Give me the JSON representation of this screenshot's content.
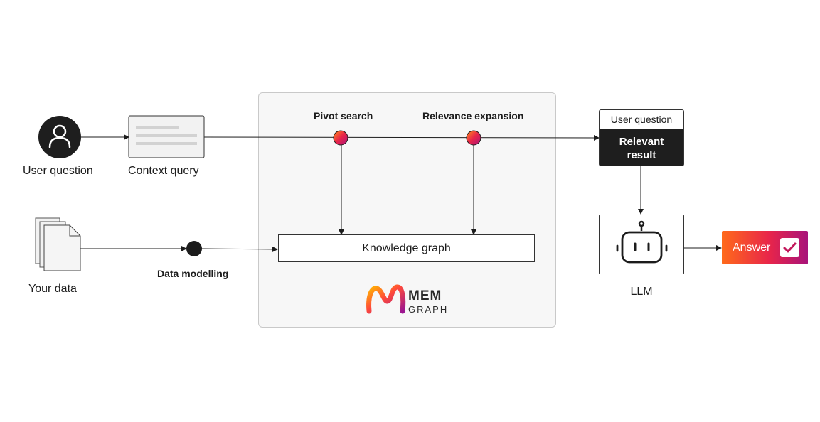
{
  "nodes": {
    "user_question": {
      "label": "User question",
      "icon": "user-icon"
    },
    "context_query": {
      "label": "Context query",
      "icon": "document-lines-icon"
    },
    "your_data": {
      "label": "Your data",
      "icon": "document-stack-icon"
    },
    "data_modelling": {
      "label": "Data modelling"
    },
    "pivot_search": {
      "label": "Pivot search"
    },
    "relevance_expansion": {
      "label": "Relevance expansion"
    },
    "knowledge_graph": {
      "label": "Knowledge graph"
    },
    "relevant_result": {
      "header": "User question",
      "body_line1": "Relevant",
      "body_line2": "result"
    },
    "llm": {
      "label": "LLM",
      "icon": "robot-icon"
    },
    "answer": {
      "label": "Answer",
      "icon": "check-icon"
    }
  },
  "memgraph_logo": {
    "line1": "MEM",
    "line2": "GRAPH"
  },
  "colors": {
    "accent_gradient": [
      "#ff6a1a",
      "#e8254a",
      "#a8137a"
    ],
    "dark": "#1e1e1e",
    "panel_bg": "#f7f7f7",
    "line": "#1c1c1c"
  }
}
